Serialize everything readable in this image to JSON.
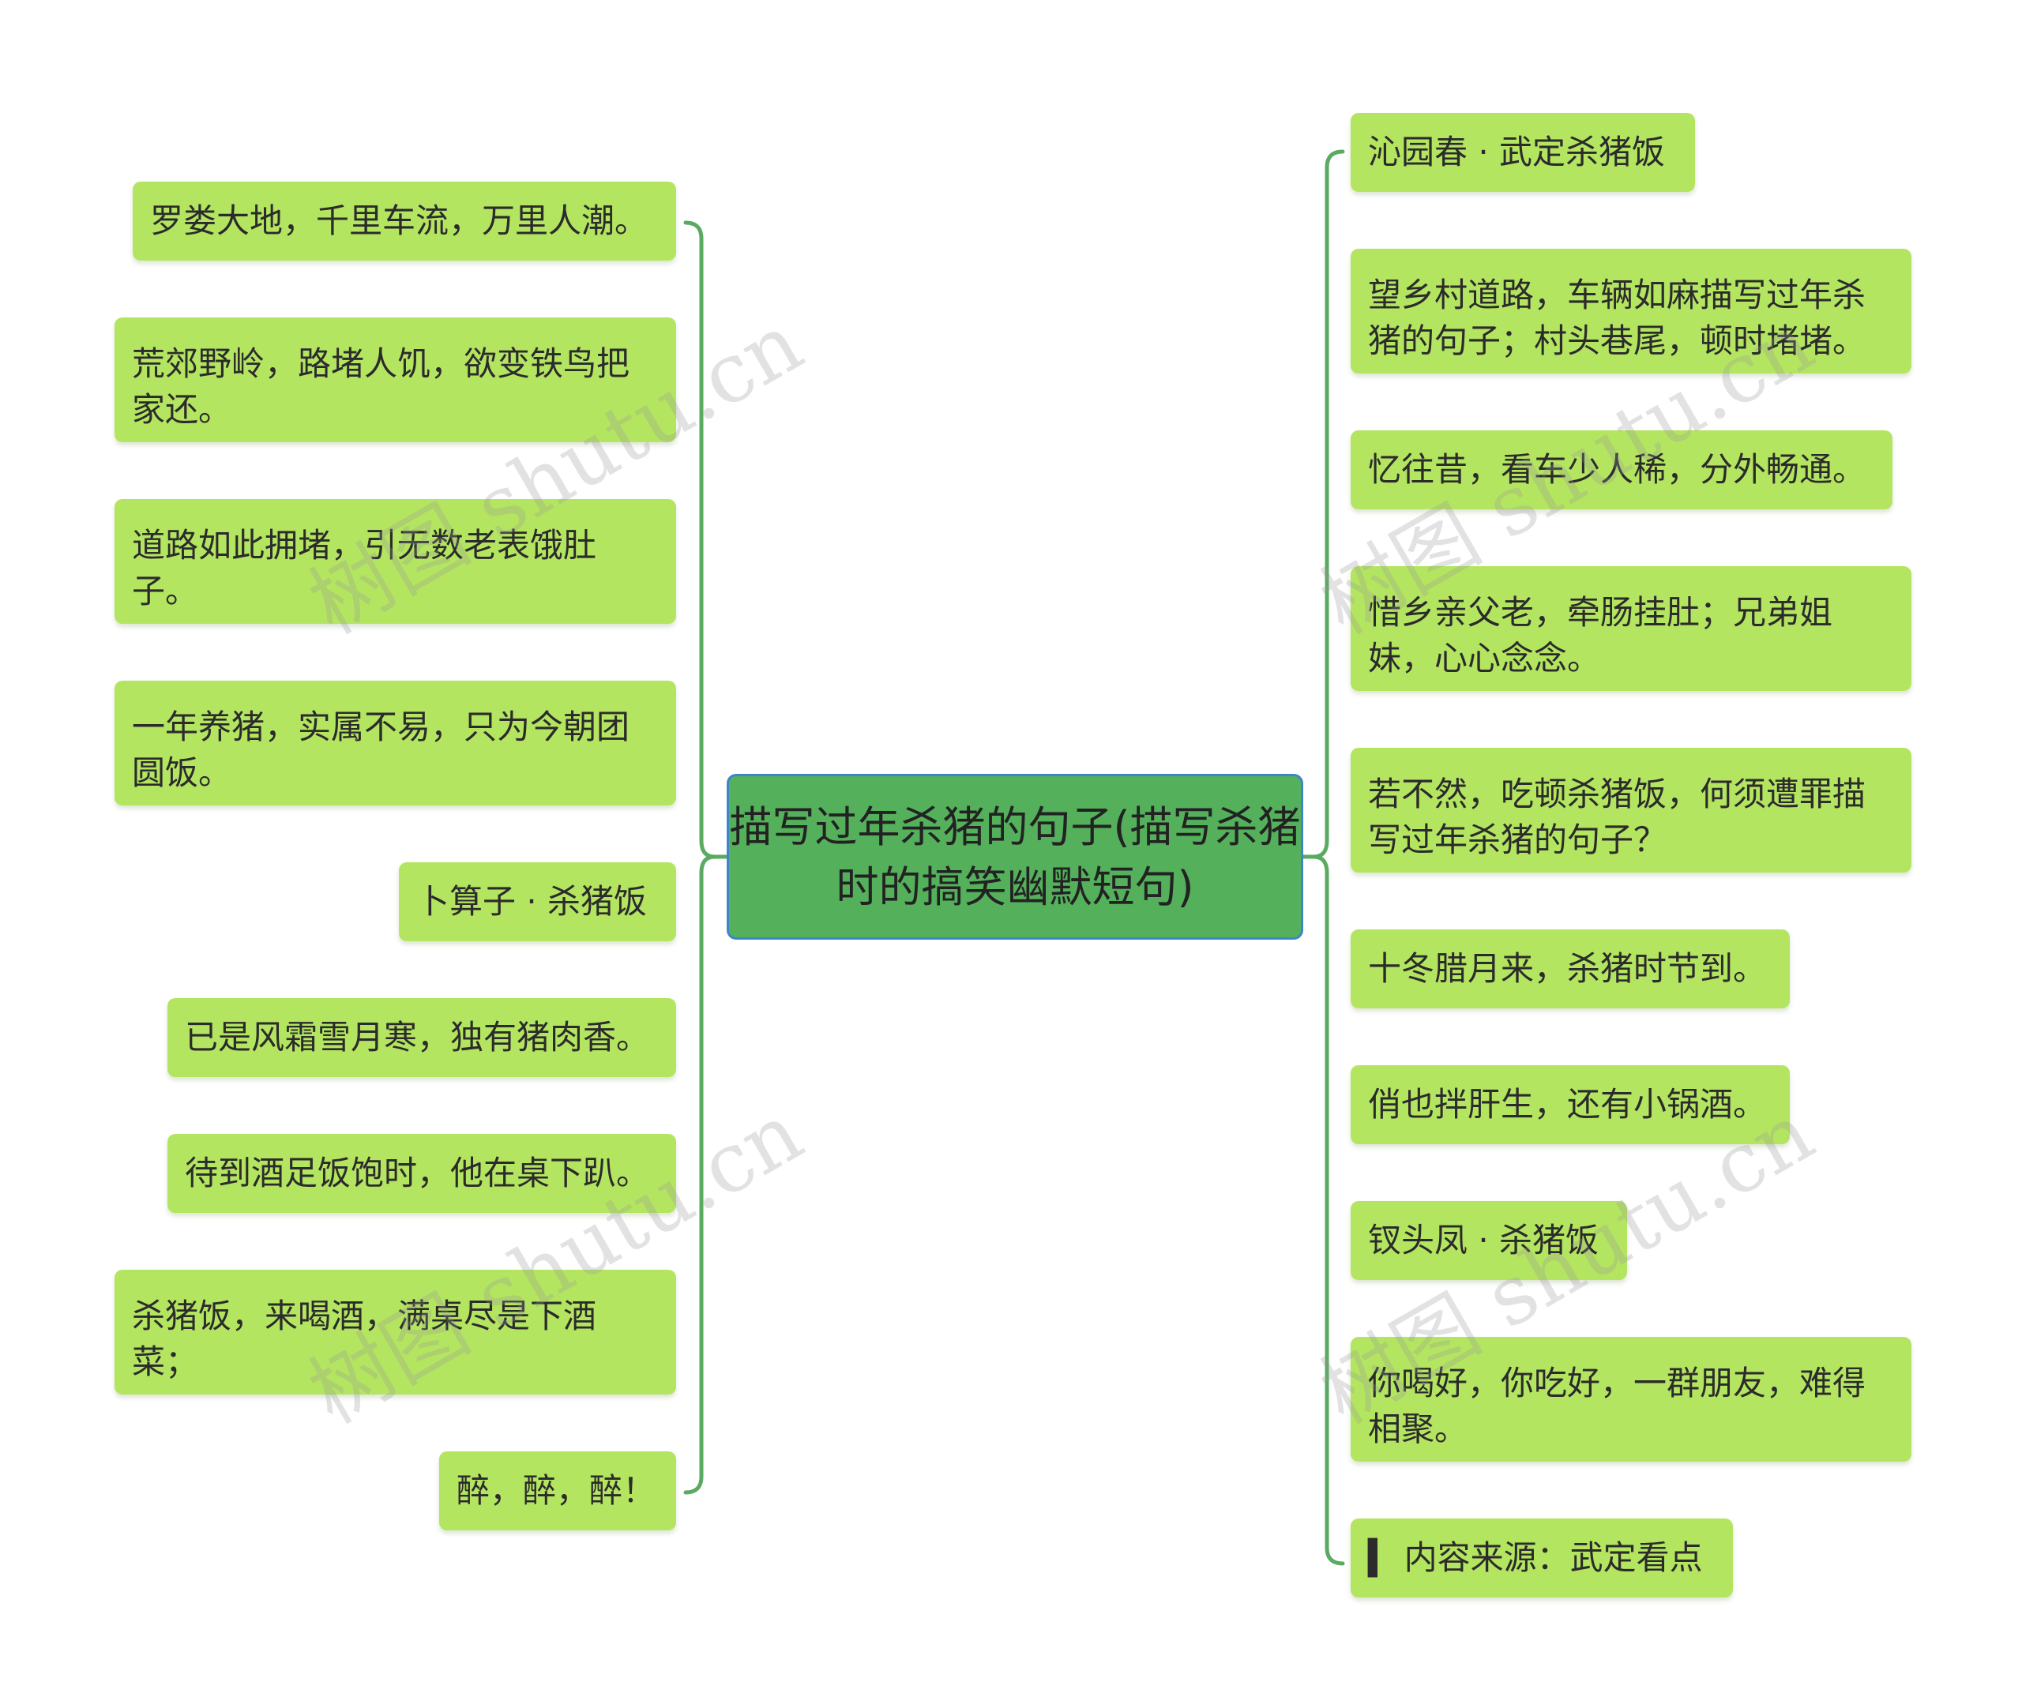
{
  "center": {
    "text": "描写过年杀猪的句子(描写杀猪时的搞笑幽默短句)"
  },
  "left_nodes": [
    {
      "text": "罗娄大地，千里车流，万里人潮。"
    },
    {
      "text": "荒郊野岭，路堵人饥，欲变铁鸟把家还。"
    },
    {
      "text": "道路如此拥堵，引无数老表饿肚子。"
    },
    {
      "text": "一年养猪，实属不易，只为今朝团圆饭。"
    },
    {
      "text": "卜算子 · 杀猪饭"
    },
    {
      "text": "已是风霜雪月寒，独有猪肉香。"
    },
    {
      "text": "待到酒足饭饱时，他在桌下趴。"
    },
    {
      "text": "杀猪饭，来喝酒，满桌尽是下酒菜；"
    },
    {
      "text": "醉，醉，醉！"
    }
  ],
  "right_nodes": [
    {
      "text": "沁园春 · 武定杀猪饭"
    },
    {
      "text": "望乡村道路，车辆如麻描写过年杀猪的句子；村头巷尾，顿时堵堵。"
    },
    {
      "text": "忆往昔，看车少人稀，分外畅通。"
    },
    {
      "text": "惜乡亲父老，牵肠挂肚；兄弟姐妹，心心念念。"
    },
    {
      "text": "若不然，吃顿杀猪饭，何须遭罪描写过年杀猪的句子？"
    },
    {
      "text": "十冬腊月来，杀猪时节到。"
    },
    {
      "text": "俏也拌肝生，还有小锅酒。"
    },
    {
      "text": "钗头凤 · 杀猪饭"
    },
    {
      "text": "你喝好，你吃好，一群朋友，难得相聚。"
    },
    {
      "text": "▍ 内容来源：武定看点"
    }
  ],
  "watermark": "树图 shutu.cn",
  "colors": {
    "node": "#b4e561",
    "center": "#54b05b",
    "center_border": "#3e86c9",
    "line": "#5aaa62"
  }
}
